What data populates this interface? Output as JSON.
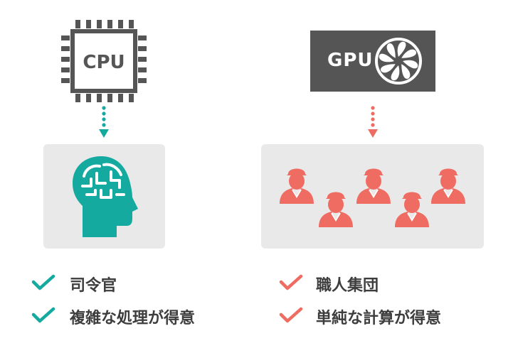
{
  "cpu": {
    "label": "CPU",
    "color": "#555555"
  },
  "gpu": {
    "label": "GPU",
    "color": "#555555"
  },
  "colors": {
    "teal": "#15aaa0",
    "salmon": "#ef6c62",
    "panel": "#e9e9e9",
    "text": "#3d3d3d"
  },
  "left_list": {
    "items": [
      "司令官",
      "複雑な処理が得意"
    ]
  },
  "right_list": {
    "items": [
      "職人集団",
      "単純な計算が得意"
    ]
  },
  "icons": {
    "cpu": "cpu-chip-icon",
    "gpu_fan": "fan-icon",
    "brain": "brain-head-icon",
    "workers": "worker-icon",
    "check": "check-icon"
  }
}
